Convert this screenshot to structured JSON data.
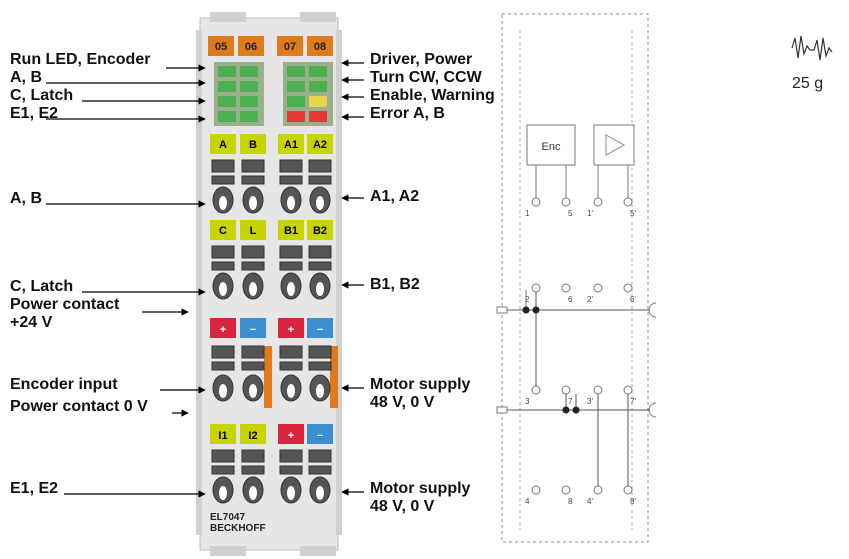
{
  "left_labels": {
    "run_led": "Run LED, Encoder",
    "ab_led": "A, B",
    "clatch_led": "C, Latch",
    "e1e2_led": "E1, E2",
    "ab_in": "A, B",
    "clatch_in": "C, Latch",
    "power_contact": "Power contact",
    "plus24": "+24 V",
    "encoder_input": "Encoder input",
    "power_contact_0v": "Power contact 0 V",
    "e1e2_in": "E1, E2"
  },
  "right_labels": {
    "driver_power": "Driver, Power",
    "turn": "Turn CW, CCW",
    "enable_warning": "Enable, Warning",
    "error_ab": "Error A, B",
    "a1a2": "A1, A2",
    "b1b2": "B1, B2",
    "motor_supply_1": "Motor supply",
    "motor_supply_1b": "48 V, 0 V",
    "motor_supply_2": "Motor supply",
    "motor_supply_2b": "48 V, 0 V"
  },
  "terminal": {
    "led_headers": [
      "05",
      "06",
      "07",
      "08"
    ],
    "row1": [
      "A",
      "B",
      "A1",
      "A2"
    ],
    "row2": [
      "C",
      "L",
      "B1",
      "B2"
    ],
    "row3": [
      "+",
      "−",
      "+",
      "−"
    ],
    "row4": [
      "I1",
      "I2",
      "+",
      "−"
    ],
    "model": "EL7047",
    "brand": "BECKHOFF"
  },
  "schematic": {
    "enc_label": "Enc",
    "terminals_row1": [
      "1",
      "5",
      "1'",
      "5'"
    ],
    "terminals_row2": [
      "2",
      "6",
      "2'",
      "6'"
    ],
    "terminals_row3": [
      "3",
      "7",
      "3'",
      "7'"
    ],
    "terminals_row4": [
      "4",
      "8",
      "4'",
      "8'"
    ]
  },
  "weight": "25 g",
  "colors": {
    "orange": "#e07b1c",
    "yellow_green": "#c8d400",
    "red": "#d7263d",
    "blue": "#3b8fd1",
    "terminal_grey": "#d9d9d9"
  }
}
